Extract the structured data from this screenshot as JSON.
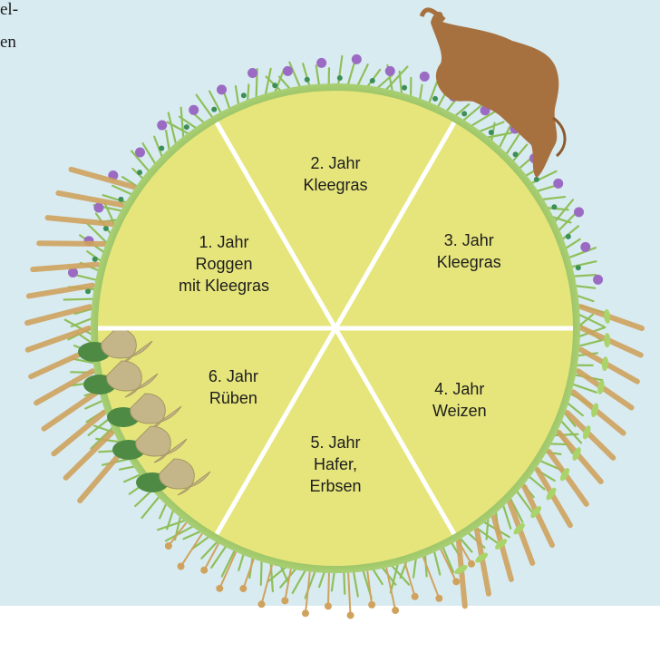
{
  "caption_fragments": [
    "el-",
    "en"
  ],
  "colors": {
    "background": "#d8ebf1",
    "sector_fill": "#e6e57b",
    "sector_divider": "#ffffff",
    "grass": "#8fbf5a",
    "clover": "#9b6bc4",
    "grain": "#cfa35e",
    "beet": "#c4b688",
    "beet_leaf": "#4e8a44",
    "cow": "#a7713f"
  },
  "illustrations": [
    "grass-clover-ring",
    "cow-icon",
    "rye-ears",
    "wheat-ears",
    "pea-pods",
    "sugar-beets",
    "oat-panicles"
  ],
  "sectors": [
    {
      "year": "1. Jahr",
      "crop_lines": [
        "Roggen",
        "mit Kleegras"
      ]
    },
    {
      "year": "2. Jahr",
      "crop_lines": [
        "Kleegras"
      ]
    },
    {
      "year": "3. Jahr",
      "crop_lines": [
        "Kleegras"
      ]
    },
    {
      "year": "4. Jahr",
      "crop_lines": [
        "Weizen"
      ]
    },
    {
      "year": "5. Jahr",
      "crop_lines": [
        "Hafer,",
        "Erbsen"
      ]
    },
    {
      "year": "6. Jahr",
      "crop_lines": [
        "Rüben"
      ]
    }
  ]
}
